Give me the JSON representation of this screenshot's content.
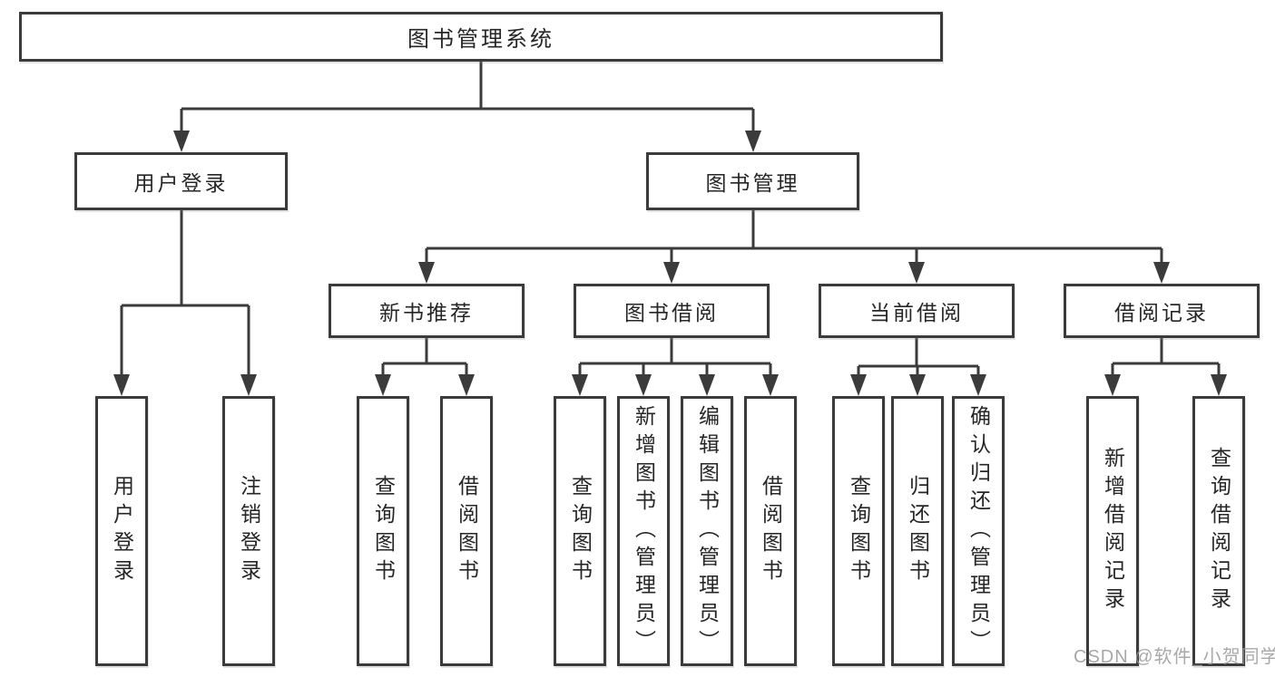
{
  "colors": {
    "line": "#3b3b3b",
    "text": "#262626",
    "watermark": "#999999",
    "background": "#ffffff",
    "box_background": "#ffffff"
  },
  "root": {
    "label": "图书管理系统"
  },
  "level2": {
    "user_login": "用户登录",
    "book_management": "图书管理"
  },
  "level3": {
    "new_book_recommend": "新书推荐",
    "book_borrow": "图书借阅",
    "current_borrow": "当前借阅",
    "borrow_records": "借阅记录"
  },
  "level4": {
    "user_login_children": [
      "用户登录",
      "注销登录"
    ],
    "new_book_children": [
      "查询图书",
      "借阅图书"
    ],
    "book_borrow_children": [
      "查询图书",
      "新增图书（管理员）",
      "编辑图书（管理员）",
      "借阅图书"
    ],
    "current_borrow_children": [
      "查询图书",
      "归还图书",
      "确认归还（管理员）"
    ],
    "borrow_records_children": [
      "新增借阅记录",
      "查询借阅记录"
    ]
  },
  "watermark": "CSDN @软件_小贺同学"
}
